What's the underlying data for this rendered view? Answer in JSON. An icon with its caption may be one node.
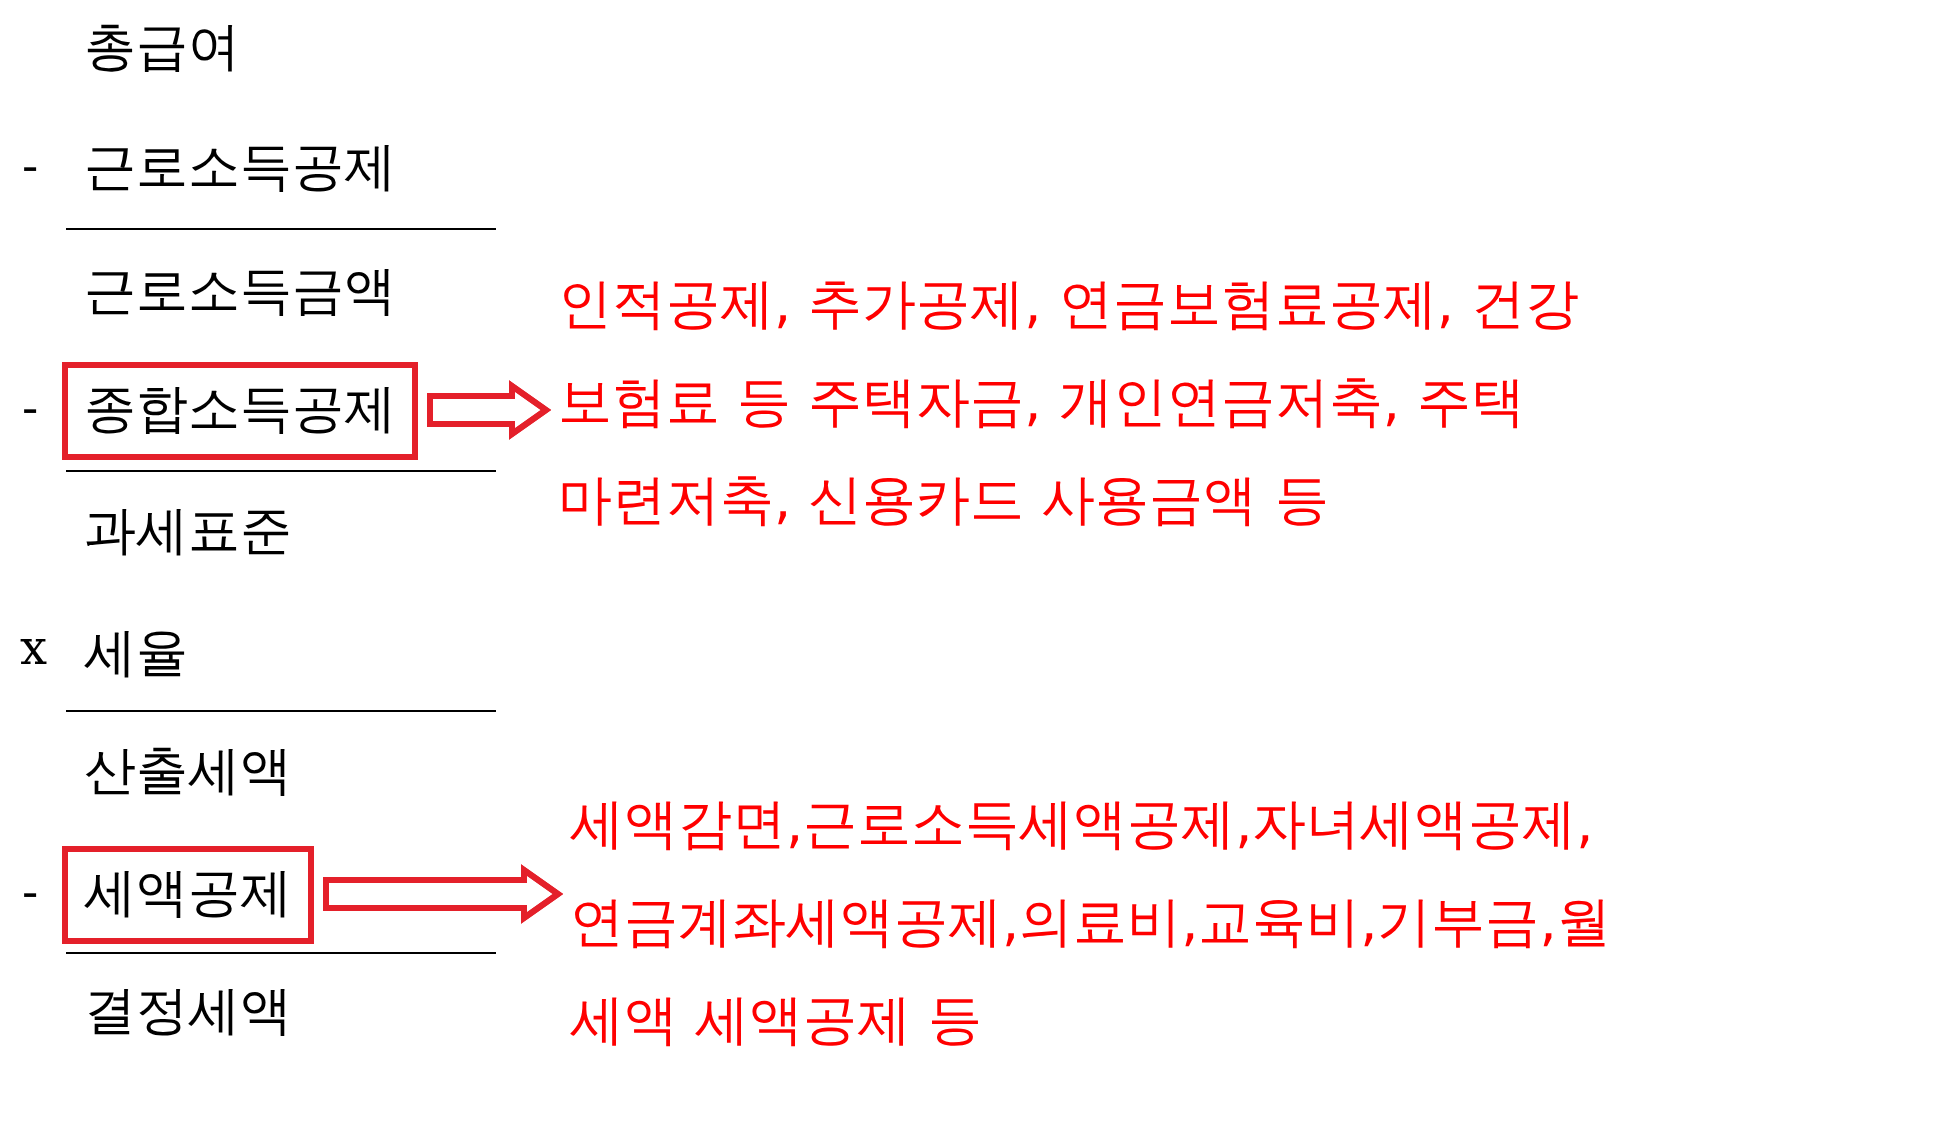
{
  "diagram": {
    "nodes": [
      {
        "text": [
          "총급여"
        ]
      },
      {
        "text": [
          "근로소득공제"
        ]
      },
      {
        "text": [
          "근로소득금액"
        ]
      },
      {
        "text": [
          "종합소득공제"
        ]
      },
      {
        "text": [
          "과세표준"
        ]
      },
      {
        "text": [
          "세율"
        ]
      },
      {
        "text": [
          "산출세액"
        ]
      },
      {
        "text": [
          "세액공제"
        ]
      },
      {
        "text": [
          "결정세액"
        ]
      },
      {
        "text": [
          "인적공제, 추가공제, 연금보험료공제, 건강 보험료 등 주택자금, 개인연금저축, 주택 마련저축, 신용카드 사용금액 등"
        ]
      },
      {
        "text": [
          "세액감면,근로소득세액공제,자녀세액공제, 연금계좌세액공제,의료비,교육비,기부금,월 세액 세액공제 등"
        ]
      }
    ],
    "edges": [
      {
        "from": 3,
        "to": 9,
        "arrow": "to"
      },
      {
        "from": 7,
        "to": 10,
        "arrow": "to"
      }
    ],
    "labels": [
      "-",
      "-",
      "x",
      "-"
    ]
  }
}
